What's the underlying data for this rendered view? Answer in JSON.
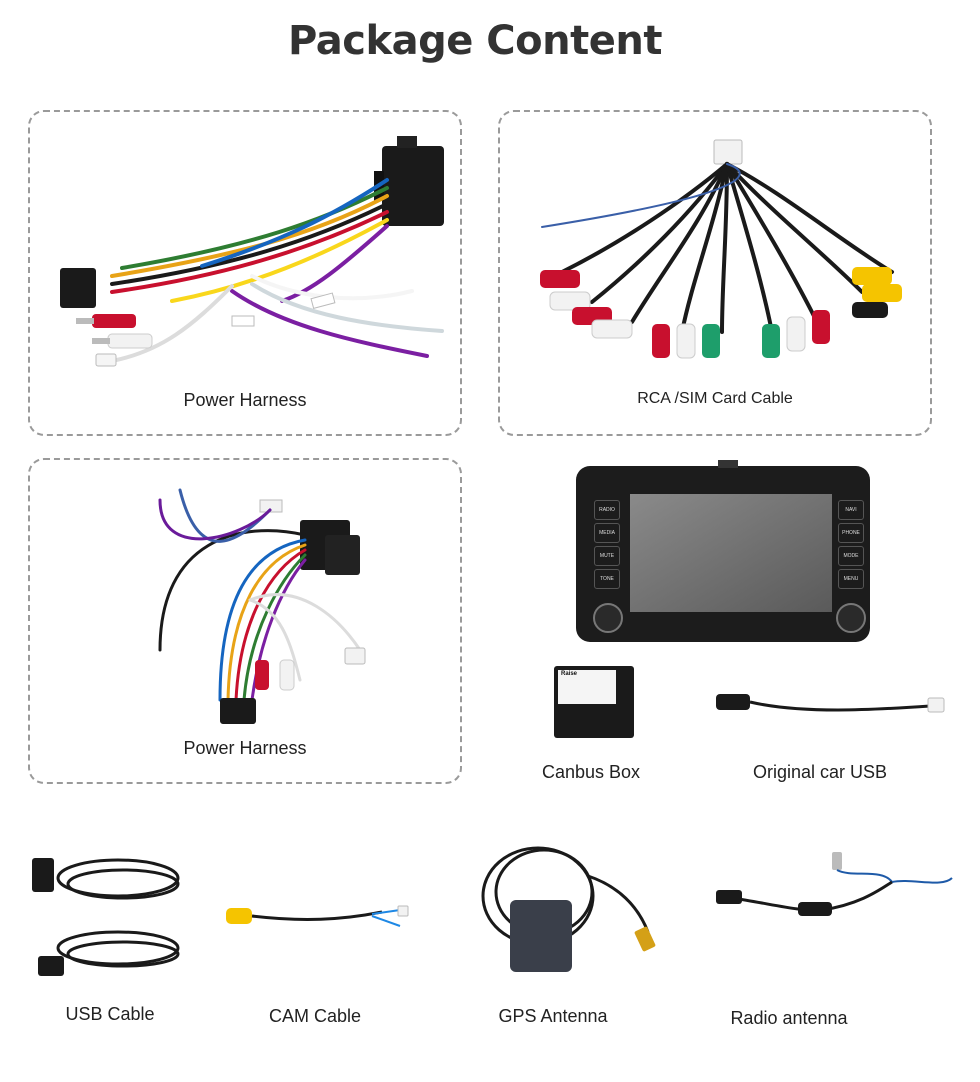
{
  "page": {
    "title": "Package Content"
  },
  "items": [
    {
      "label": "Power Harness"
    },
    {
      "label": "RCA /SIM Card Cable"
    },
    {
      "label": "Power Harness"
    },
    {
      "label": "Canbus Box"
    },
    {
      "label": "Original car USB"
    },
    {
      "label": "USB Cable"
    },
    {
      "label": "CAM Cable"
    },
    {
      "label": "GPS Antenna"
    },
    {
      "label": "Radio antenna"
    }
  ],
  "head_unit": {
    "left_buttons": [
      "RADIO",
      "MEDIA",
      "MUTE",
      "TONE"
    ],
    "right_buttons": [
      "NAVI",
      "PHONE",
      "MODE",
      "MENU"
    ]
  },
  "canbus_box": {
    "brand": "Raise"
  },
  "colors": {
    "title": "#333333",
    "dashed_border": "#9a9a9a",
    "rca_red": "#c8102e",
    "rca_white": "#f2f2f2",
    "rca_yellow": "#f5c400",
    "rca_green": "#1e9e6b"
  }
}
